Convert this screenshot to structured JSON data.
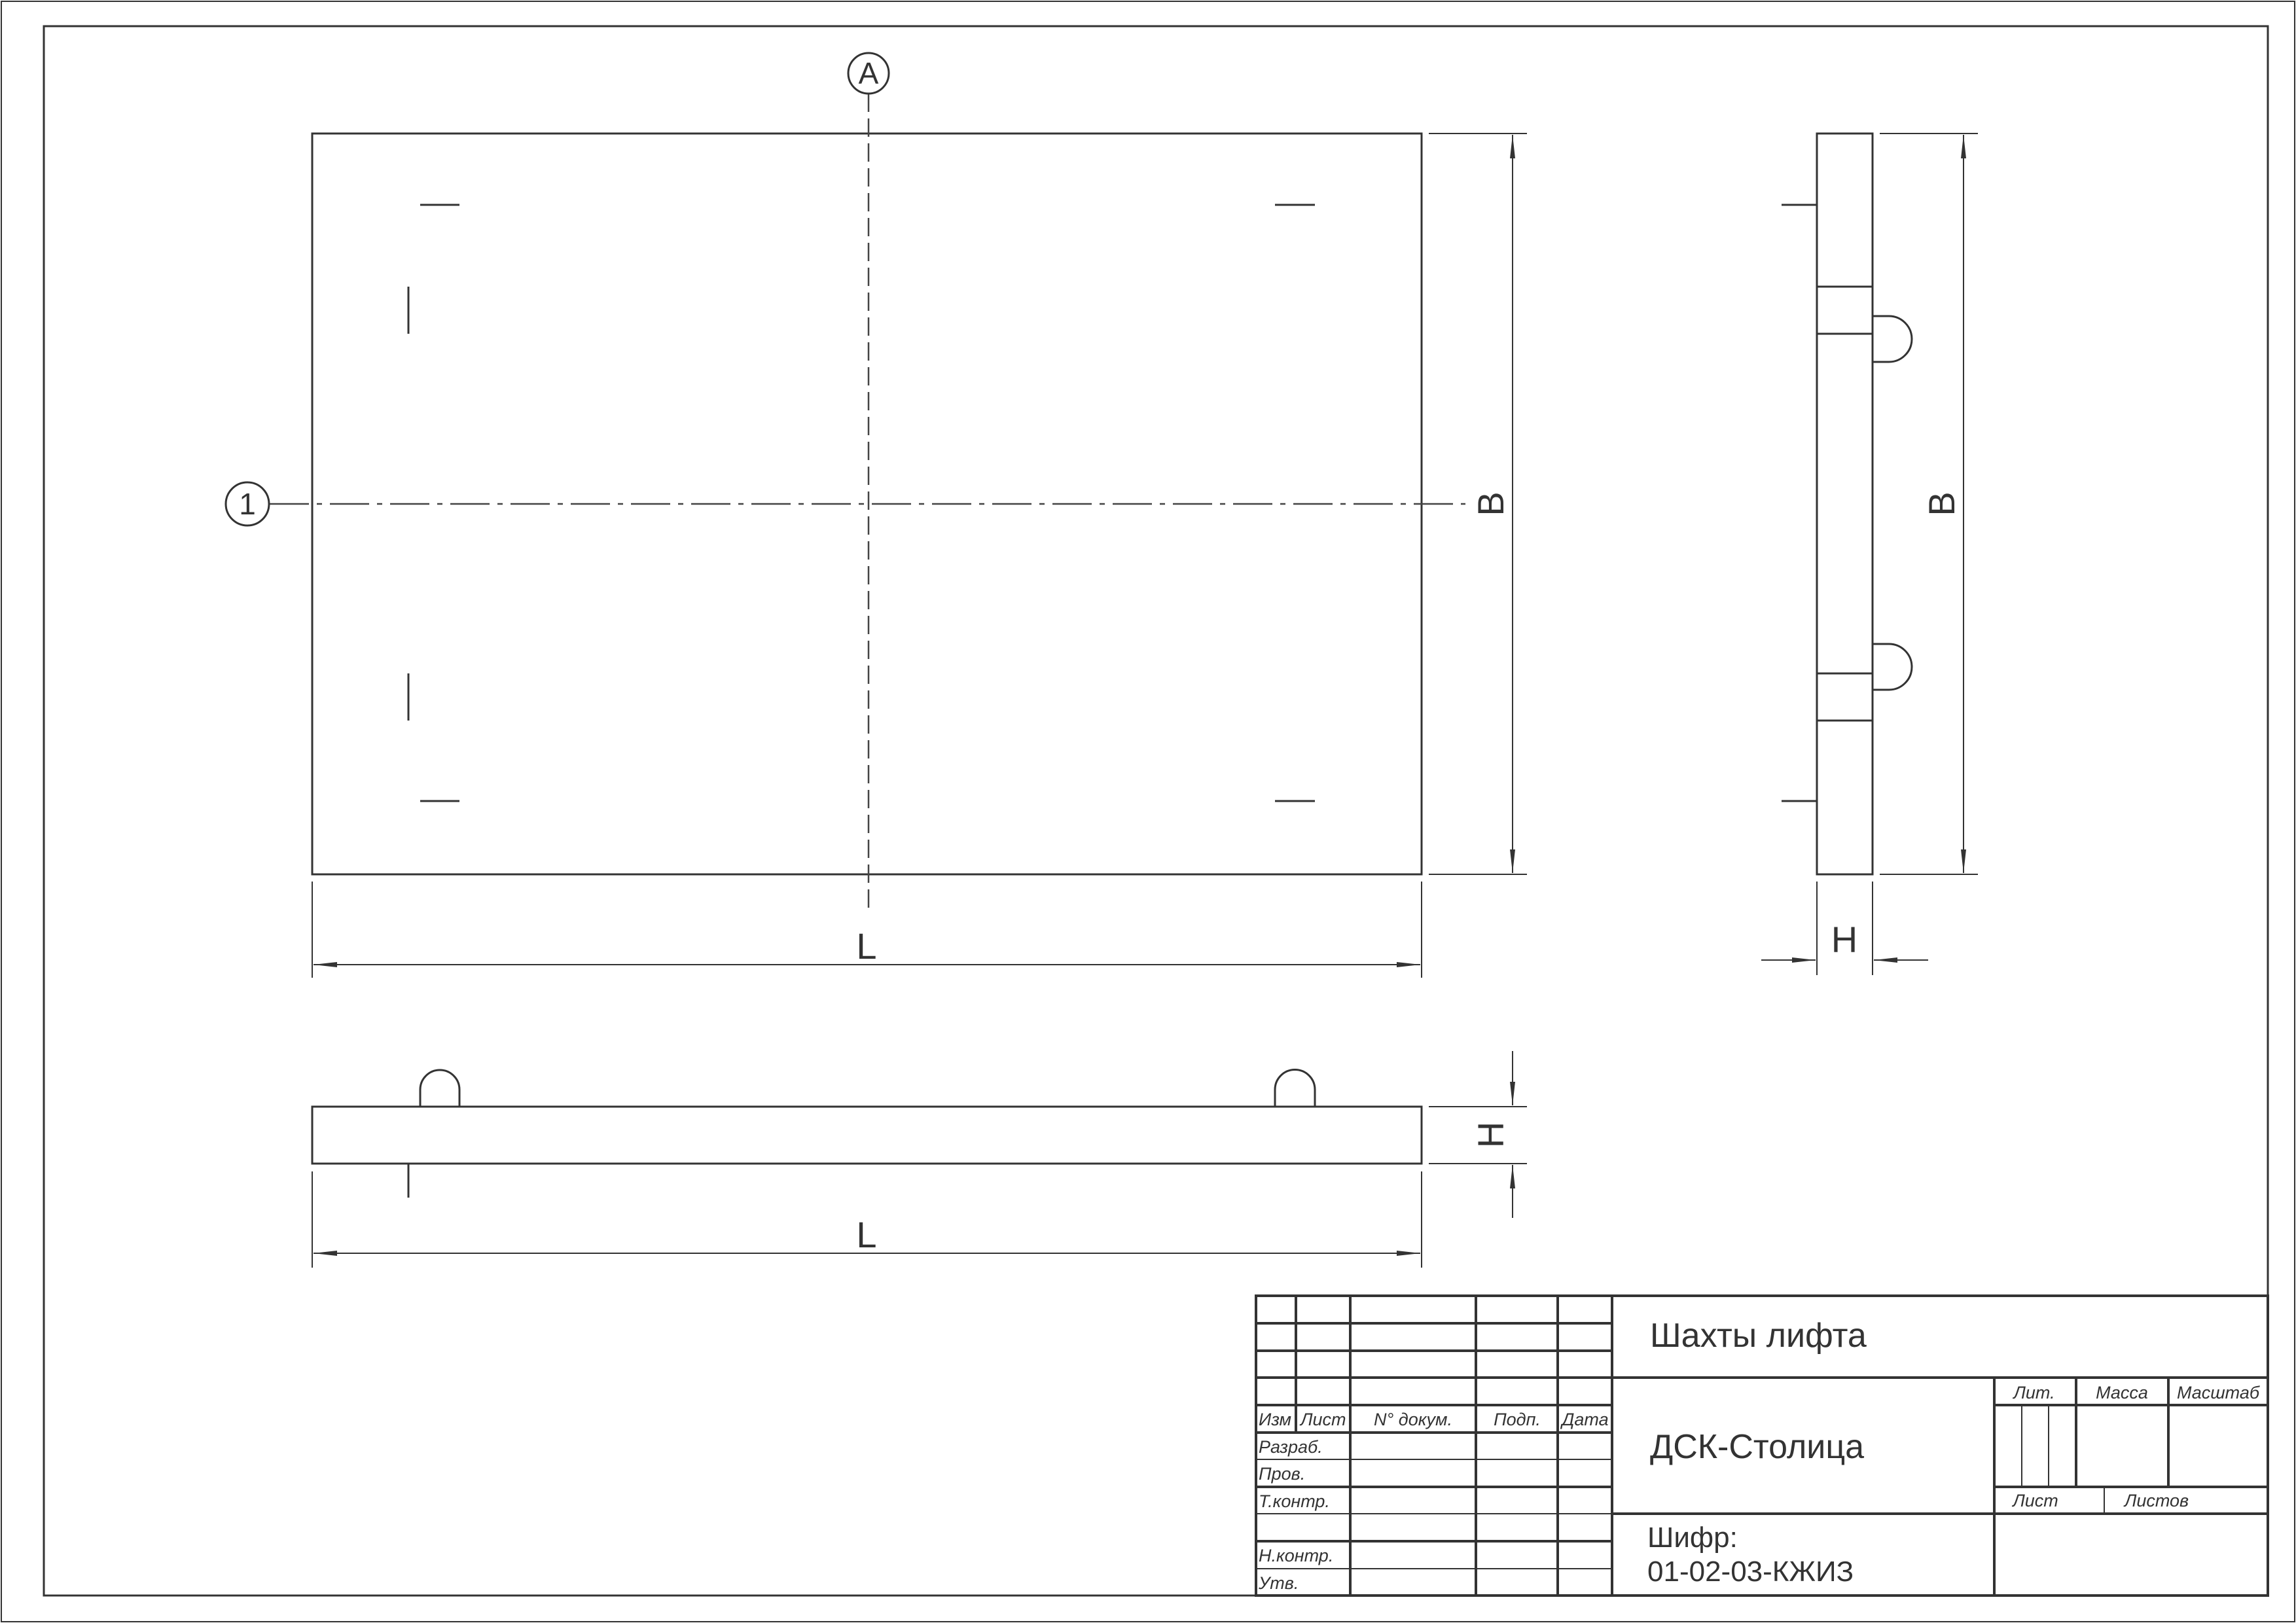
{
  "drawing": {
    "axis_vertical_label": "A",
    "axis_horizontal_label": "1",
    "dim_length": "L",
    "dim_width": "B",
    "dim_height": "H"
  },
  "title_block": {
    "title": "Шахты лифта",
    "organization": "ДСК-Столица",
    "code_label": "Шифр:",
    "code": "01-02-03-КЖИЗ",
    "headers": {
      "izm": "Изм",
      "list": "Лист",
      "doc": "N° докум.",
      "sign": "Подп.",
      "date": "Дата"
    },
    "roles": [
      "Разраб.",
      "Пров.",
      "Т.контр.",
      "",
      "Н.контр.",
      "Утв."
    ],
    "lit": "Лит.",
    "mass": "Масса",
    "scale": "Масштаб",
    "sheet": "Лист",
    "sheets": "Листов"
  }
}
